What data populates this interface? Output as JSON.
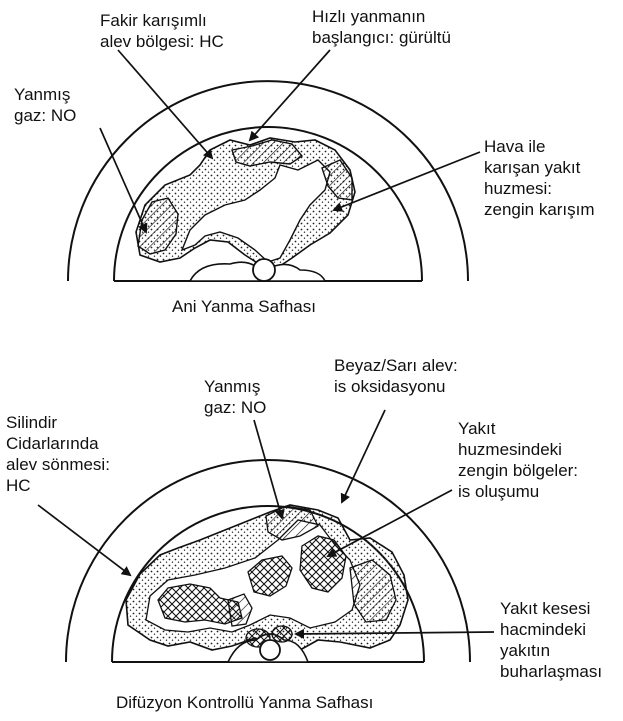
{
  "top_diagram": {
    "caption": "Ani Yanma Safhası",
    "labels": {
      "fakir": [
        "Fakir karışımlı",
        "alev bölgesi: HC"
      ],
      "hizli": [
        "Hızlı yanmanın",
        "başlangıcı: gürültü"
      ],
      "yanmis": [
        "Yanmış",
        "gaz: NO"
      ],
      "hava": [
        "Hava ile",
        "karışan yakıt",
        "huzmesi:",
        "zengin karışım"
      ]
    }
  },
  "bottom_diagram": {
    "caption": "Difüzyon Kontrollü Yanma Safhası",
    "labels": {
      "beyaz": [
        "Beyaz/Sarı alev:",
        "is oksidasyonu"
      ],
      "yanmis": [
        "Yanmış",
        "gaz: NO"
      ],
      "silindir": [
        "Silindir",
        "Cidarlarında",
        "alev sönmesi:",
        "HC"
      ],
      "yakit_huzme": [
        "Yakıt",
        "huzmesindeki",
        "zengin bölgeler:",
        "is oluşumu"
      ],
      "yakit_kesesi": [
        "Yakıt kesesi",
        "hacmindeki",
        "yakıtın",
        "buharlaşması"
      ]
    }
  }
}
